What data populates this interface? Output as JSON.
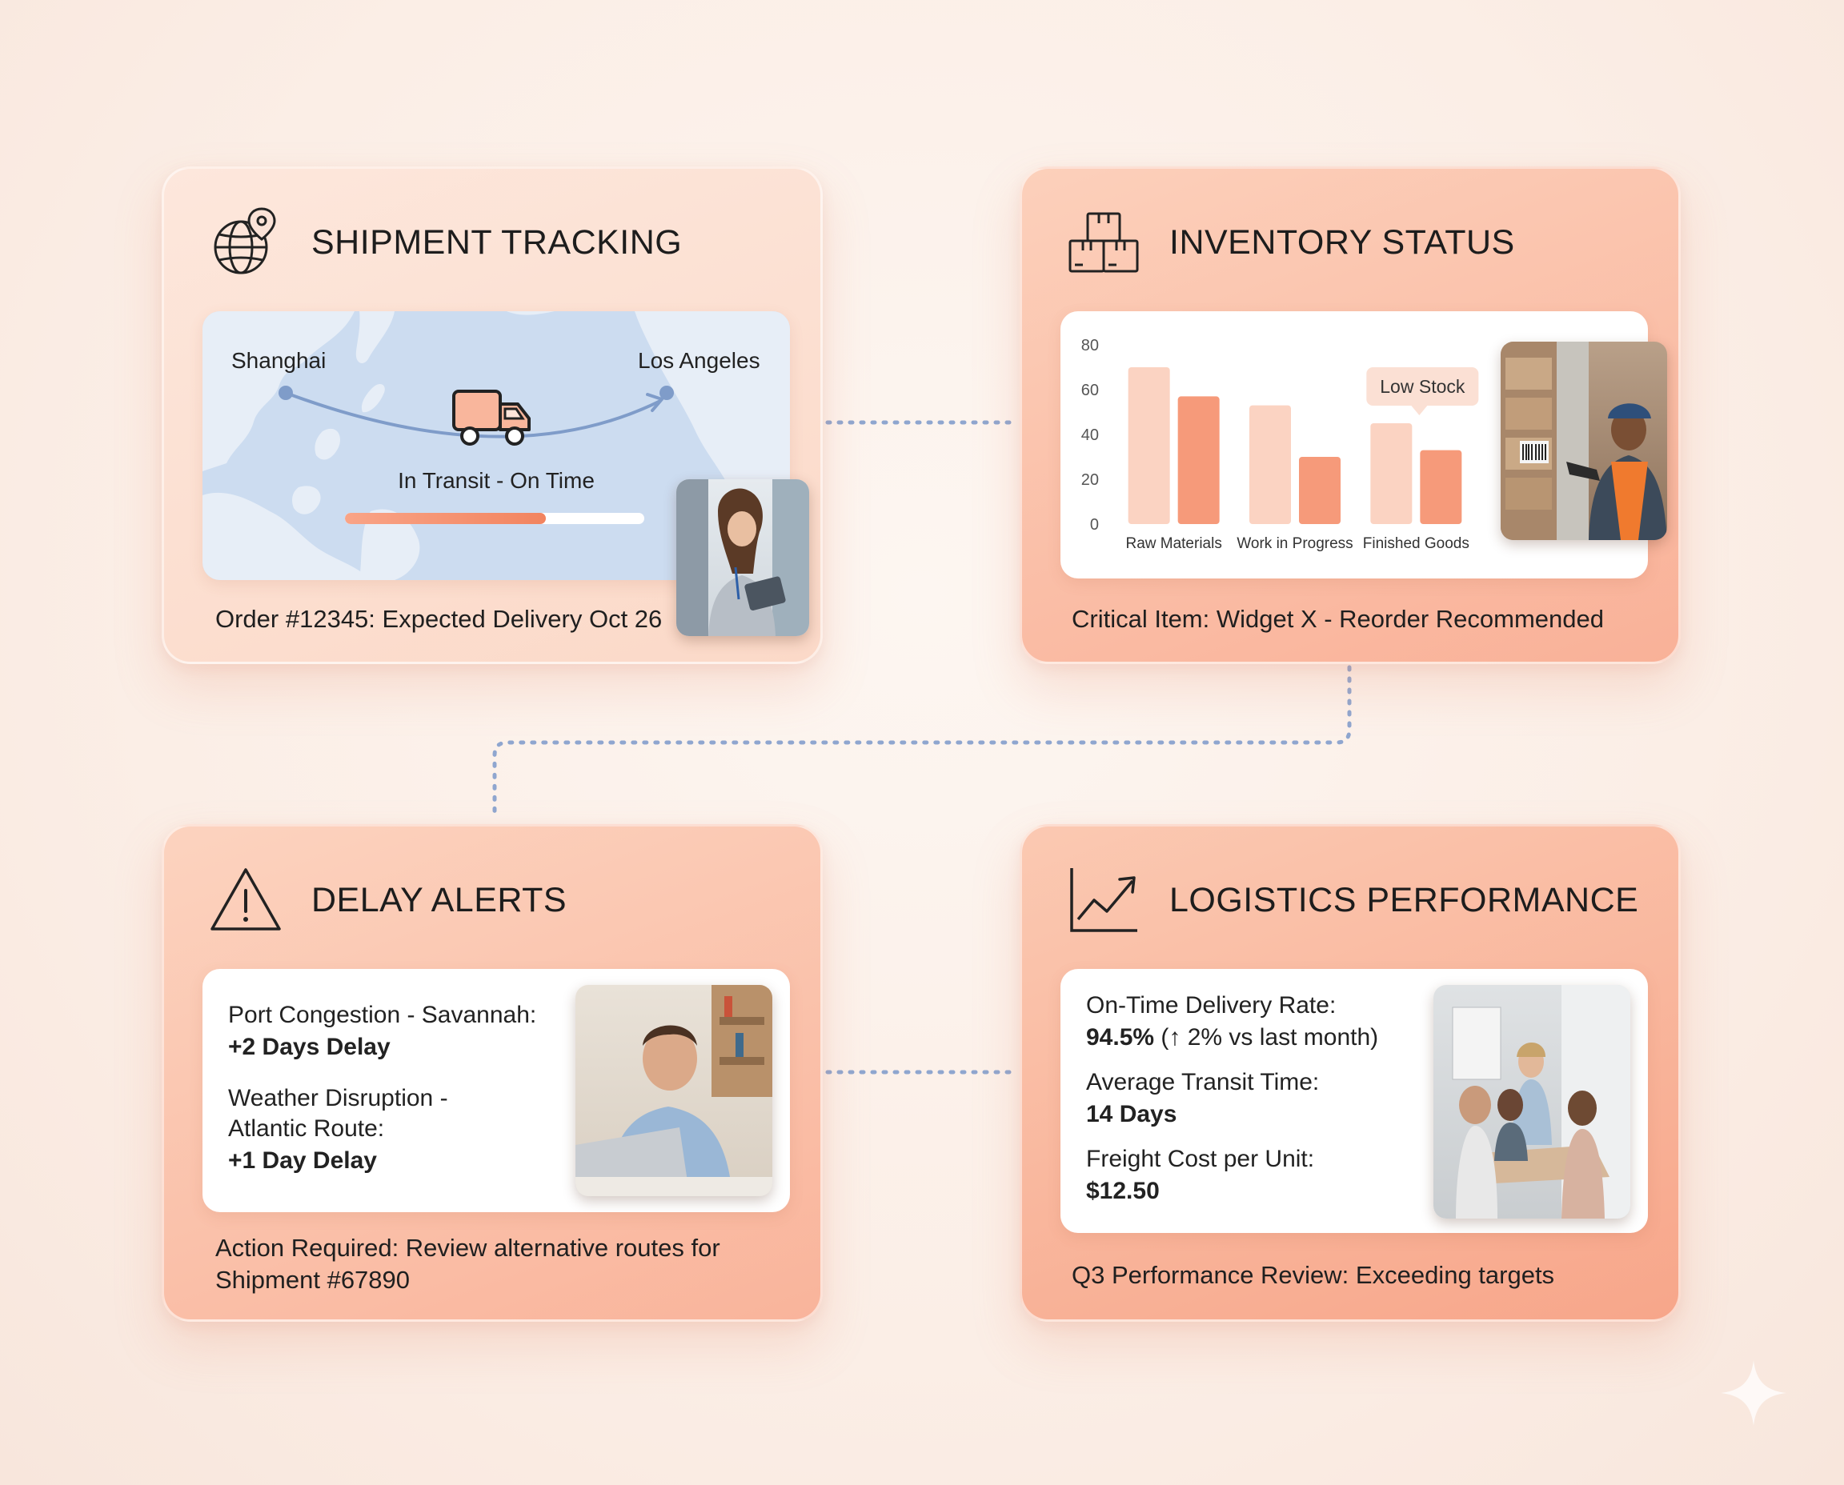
{
  "colors": {
    "accent": "#f2845f",
    "accent_light": "#fbd3c2",
    "connector": "#8fa6cf",
    "map_water": "#ccdcf0",
    "map_land": "#e7eef7",
    "route": "#7f9cc9"
  },
  "shipment": {
    "title": "SHIPMENT TRACKING",
    "icon": "globe-pin-icon",
    "origin": "Shanghai",
    "destination": "Los Angeles",
    "status": "In Transit - On Time",
    "progress": 0.67,
    "footer": "Order #12345: Expected Delivery Oct 26",
    "photo": "woman-with-tablet-photo"
  },
  "inventory": {
    "title": "INVENTORY STATUS",
    "icon": "boxes-icon",
    "callout": "Low Stock",
    "footer": "Critical Item: Widget X - Reorder Recommended",
    "photo": "warehouse-worker-scanner-photo"
  },
  "chart_data": {
    "type": "bar",
    "categories": [
      "Raw Materials",
      "Work in Progress",
      "Finished Goods"
    ],
    "series": [
      {
        "values": [
          70,
          53,
          45
        ],
        "color": "#fbd3c2"
      },
      {
        "values": [
          57,
          30,
          33
        ],
        "color": "#f69a7a"
      }
    ],
    "ylim": [
      0,
      80
    ],
    "yticks": [
      0,
      20,
      40,
      60,
      80
    ],
    "annotations": [
      {
        "text": "Low Stock",
        "category": "Finished Goods"
      }
    ],
    "grid": false,
    "title": "",
    "xlabel": "",
    "ylabel": ""
  },
  "delay": {
    "title": "DELAY ALERTS",
    "icon": "warning-triangle-icon",
    "alert1_line1": "Port Congestion - Savannah:",
    "alert1_line2": "+2 Days Delay",
    "alert2_line1": "Weather Disruption -",
    "alert2_line2": "Atlantic Route:",
    "alert2_line3": "+1 Day Delay",
    "footer_line1": "Action Required: Review alternative routes for",
    "footer_line2": "Shipment #67890",
    "photo": "man-with-laptop-photo"
  },
  "performance": {
    "title": "LOGISTICS PERFORMANCE",
    "icon": "trend-up-chart-icon",
    "metric1_label": "On-Time Delivery Rate:",
    "metric1_value": "94.5%",
    "metric1_change": " (↑ 2% vs last month)",
    "metric2_label": "Average Transit Time:",
    "metric2_value": "14 Days",
    "metric3_label": "Freight Cost per Unit:",
    "metric3_value": "$12.50",
    "footer": "Q3 Performance Review: Exceeding targets",
    "photo": "team-meeting-photo"
  }
}
